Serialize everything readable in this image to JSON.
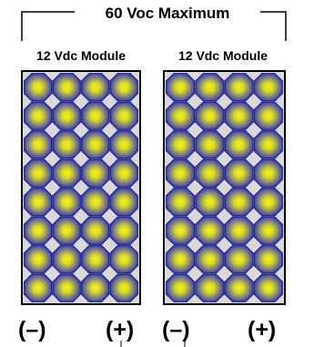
{
  "bracket": {
    "title": "60 Voc Maximum"
  },
  "modules": [
    {
      "label": "12 Vdc Module",
      "rows": 8,
      "cols": 4,
      "negative_label": "(–)",
      "positive_label": "(+)"
    },
    {
      "label": "12 Vdc Module",
      "rows": 8,
      "cols": 4,
      "negative_label": "(–)",
      "positive_label": "(+)"
    }
  ],
  "colors": {
    "cell_center": "#f4f40a",
    "cell_edge": "#2b2fc4",
    "cell_outline": "#1f2090",
    "frame_background": "#d9d9d9",
    "line": "#000000"
  }
}
